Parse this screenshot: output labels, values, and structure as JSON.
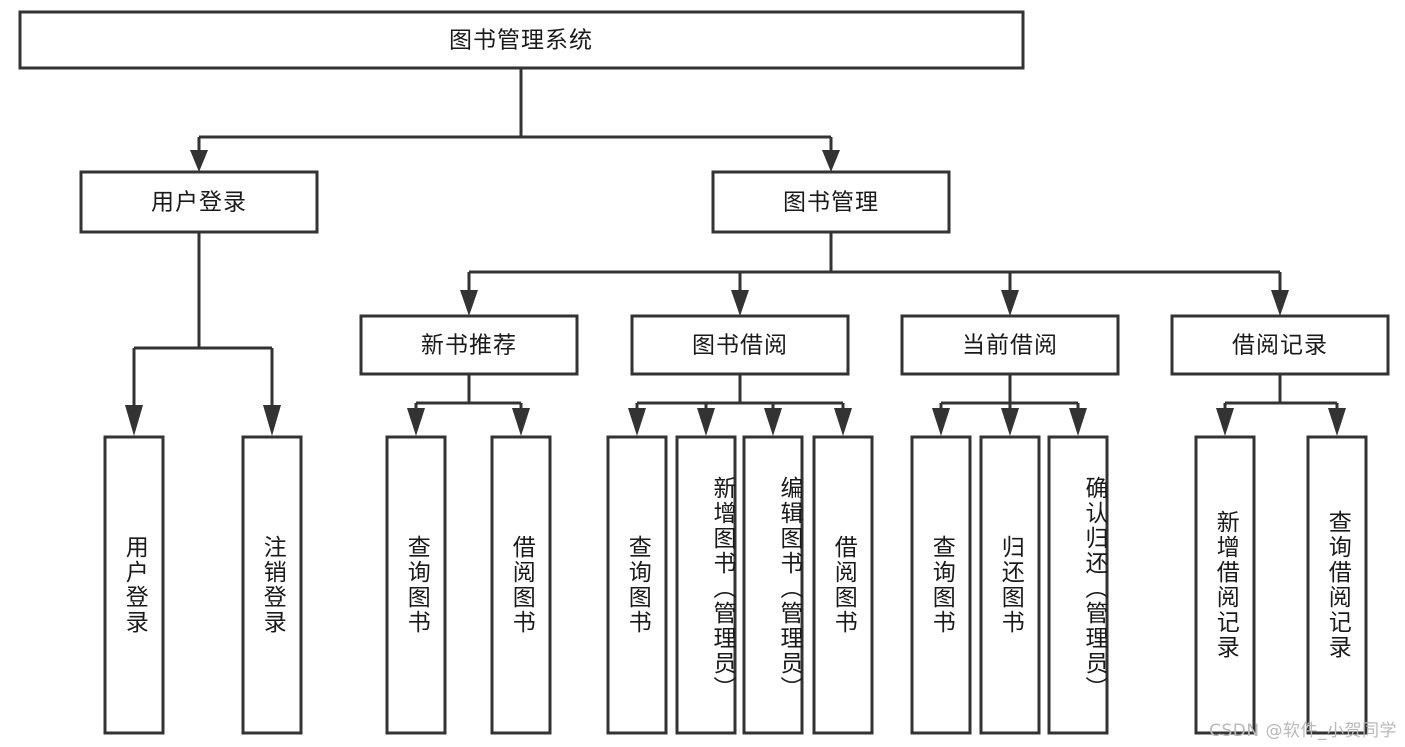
{
  "diagram": {
    "type": "tree-hierarchy",
    "title": "图书管理系统",
    "root": {
      "id": "root",
      "label": "图书管理系统"
    },
    "level2": [
      {
        "id": "user-login",
        "label": "用户登录"
      },
      {
        "id": "book-manage",
        "label": "图书管理"
      }
    ],
    "level3": [
      {
        "id": "new-book-rec",
        "label": "新书推荐",
        "parent": "book-manage"
      },
      {
        "id": "book-borrow",
        "label": "图书借阅",
        "parent": "book-manage"
      },
      {
        "id": "current-borrow",
        "label": "当前借阅",
        "parent": "book-manage"
      },
      {
        "id": "borrow-record",
        "label": "借阅记录",
        "parent": "book-manage"
      }
    ],
    "leaves": [
      {
        "id": "leaf-user-login",
        "label": "用户登录",
        "parent": "user-login"
      },
      {
        "id": "leaf-logout-login",
        "label": "注销登录",
        "parent": "user-login"
      },
      {
        "id": "leaf-query-book-1",
        "label": "查询图书",
        "parent": "new-book-rec"
      },
      {
        "id": "leaf-borrow-book-1",
        "label": "借阅图书",
        "parent": "new-book-rec"
      },
      {
        "id": "leaf-query-book-2",
        "label": "查询图书",
        "parent": "book-borrow"
      },
      {
        "id": "leaf-add-book",
        "label": "新增图书（管理员）",
        "parent": "book-borrow"
      },
      {
        "id": "leaf-edit-book",
        "label": "编辑图书（管理员）",
        "parent": "book-borrow"
      },
      {
        "id": "leaf-borrow-book-2",
        "label": "借阅图书",
        "parent": "book-borrow"
      },
      {
        "id": "leaf-query-book-3",
        "label": "查询图书",
        "parent": "current-borrow"
      },
      {
        "id": "leaf-return-book",
        "label": "归还图书",
        "parent": "current-borrow"
      },
      {
        "id": "leaf-confirm-return",
        "label": "确认归还（管理员）",
        "parent": "current-borrow"
      },
      {
        "id": "leaf-add-record",
        "label": "新增借阅记录",
        "parent": "borrow-record"
      },
      {
        "id": "leaf-query-record",
        "label": "查询借阅记录",
        "parent": "borrow-record"
      }
    ],
    "colors": {
      "box_stroke": "#333333",
      "box_fill": "#ffffff",
      "text": "#1a1a1a",
      "connector": "#333333",
      "background": "#ffffff",
      "watermark": "#b9b9b9"
    }
  },
  "watermark": {
    "text": "CSDN @软件_小贺同学"
  }
}
